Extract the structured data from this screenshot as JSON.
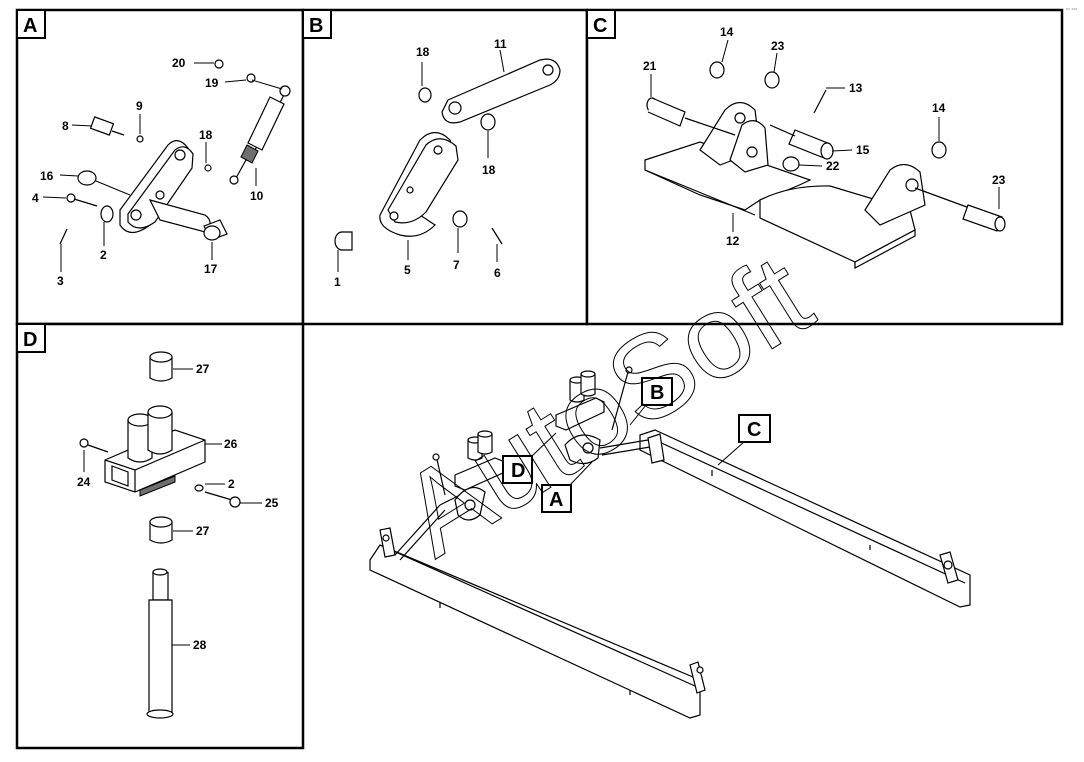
{
  "panels": {
    "A": {
      "tag": "A",
      "callouts": [
        "20",
        "19",
        "9",
        "8",
        "18",
        "16",
        "4",
        "2",
        "3",
        "10",
        "17"
      ]
    },
    "B": {
      "tag": "B",
      "callouts": [
        "18",
        "11",
        "18",
        "1",
        "5",
        "7",
        "6"
      ]
    },
    "C": {
      "tag": "C",
      "callouts": [
        "21",
        "14",
        "23",
        "13",
        "15",
        "22",
        "14",
        "23",
        "12"
      ]
    },
    "D": {
      "tag": "D",
      "callouts": [
        "27",
        "26",
        "24",
        "2",
        "25",
        "27",
        "28"
      ]
    }
  },
  "assembly": {
    "labels": [
      "B",
      "C",
      "D",
      "A"
    ]
  },
  "watermark": "AutoSoft",
  "corner_mark": "°° °°°"
}
